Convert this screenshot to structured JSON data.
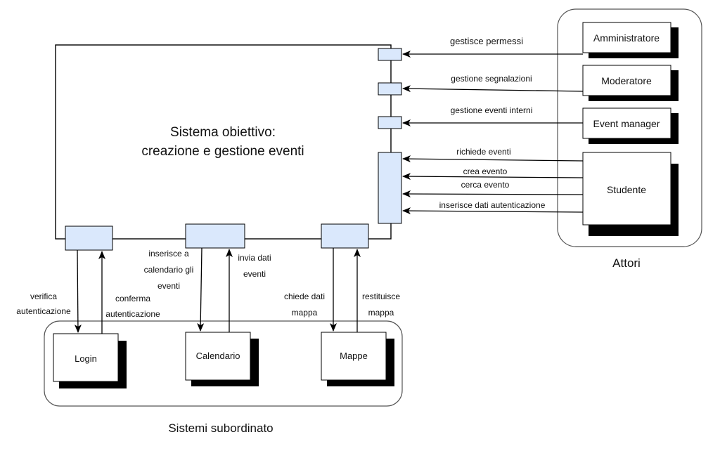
{
  "main_system": {
    "title_line1": "Sistema obiettivo:",
    "title_line2": "creazione e gestione eventi"
  },
  "actors_group": {
    "caption": "Attori",
    "actors": [
      "Amministratore",
      "Moderatore",
      "Event manager",
      "Studente"
    ]
  },
  "subsystems_group": {
    "caption": "Sistemi subordinato",
    "systems": [
      "Login",
      "Calendario",
      "Mappe"
    ]
  },
  "actor_flows": [
    "gestisce permessi",
    "gestione segnalazioni",
    "gestione eventi interni",
    "richiede eventi",
    "crea evento",
    "cerca evento",
    "inserisce dati autenticazione"
  ],
  "subsystem_flows": {
    "login_down": [
      "verifica",
      "autenticazione"
    ],
    "login_up": [
      "conferma",
      "autenticazione"
    ],
    "calendario_down": [
      "inserisce a",
      "calendario gli",
      "eventi"
    ],
    "calendario_up": [
      "invia dati",
      "eventi"
    ],
    "mappe_down": [
      "chiede dati",
      "mappa"
    ],
    "mappe_up": [
      "restituisce",
      "mappa"
    ]
  },
  "colors": {
    "port_fill": "#dae8fc",
    "stroke": "#000000",
    "shadow": "#000000"
  }
}
